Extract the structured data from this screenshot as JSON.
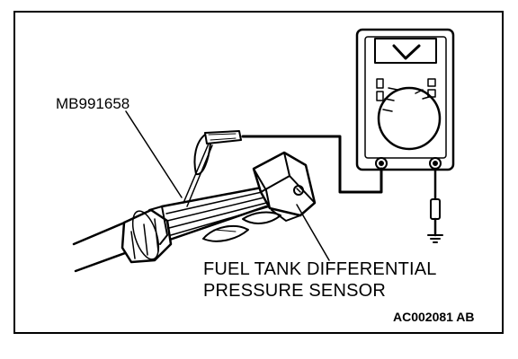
{
  "labels": {
    "tool": "MB991658",
    "sensor_line1": "FUEL TANK DIFFERENTIAL",
    "sensor_line2": "PRESSURE SENSOR",
    "figure_code": "AC002081 AB"
  },
  "colors": {
    "ink": "#000000",
    "paper": "#ffffff"
  },
  "icons": [
    "voltmeter-icon",
    "ground-symbol-icon"
  ]
}
